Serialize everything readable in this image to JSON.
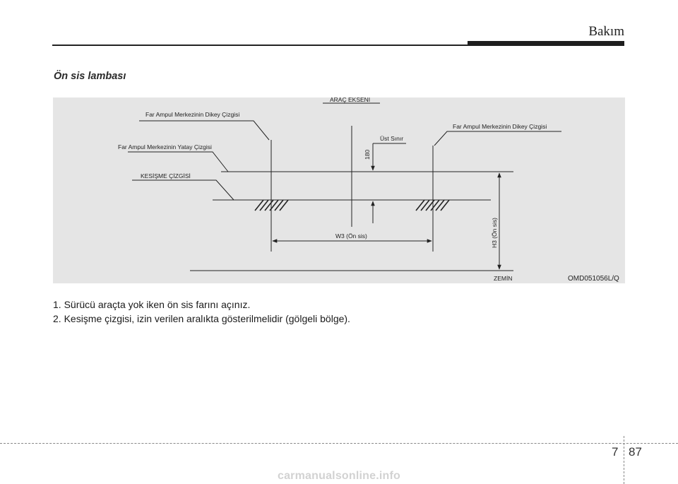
{
  "header": {
    "title": "Bakım"
  },
  "section": {
    "title": "Ön sis lambası"
  },
  "figure": {
    "labels": {
      "vehicle_axis": "ARAÇ EKSENİ",
      "vertical_center_left": "Far Ampul Merkezinin Dikey Çizgisi",
      "vertical_center_right": "Far Ampul Merkezinin Dikey Çizgisi",
      "horizontal_center": "Far Ampul Merkezinin Yatay Çizgisi",
      "cutoff_line": "KESİŞME ÇİZGİSİ",
      "upper_limit": "Üst Sınır",
      "offset_value": "180",
      "width_dimension": "W3 (Ön sis)",
      "height_dimension": "H3 (Ön sis)",
      "ground": "ZEMİN",
      "figure_code": "OMD051056L/Q"
    }
  },
  "instructions": {
    "items": [
      "1.  Sürücü araçta yok iken ön sis farını açınız.",
      "2.  Kesişme çizgisi, izin verilen aralıkta gösterilmelidir (gölgeli bölge)."
    ]
  },
  "footer": {
    "section_number": "7",
    "page_number": "87"
  },
  "watermark": {
    "text": "carmanualsonline.info"
  }
}
